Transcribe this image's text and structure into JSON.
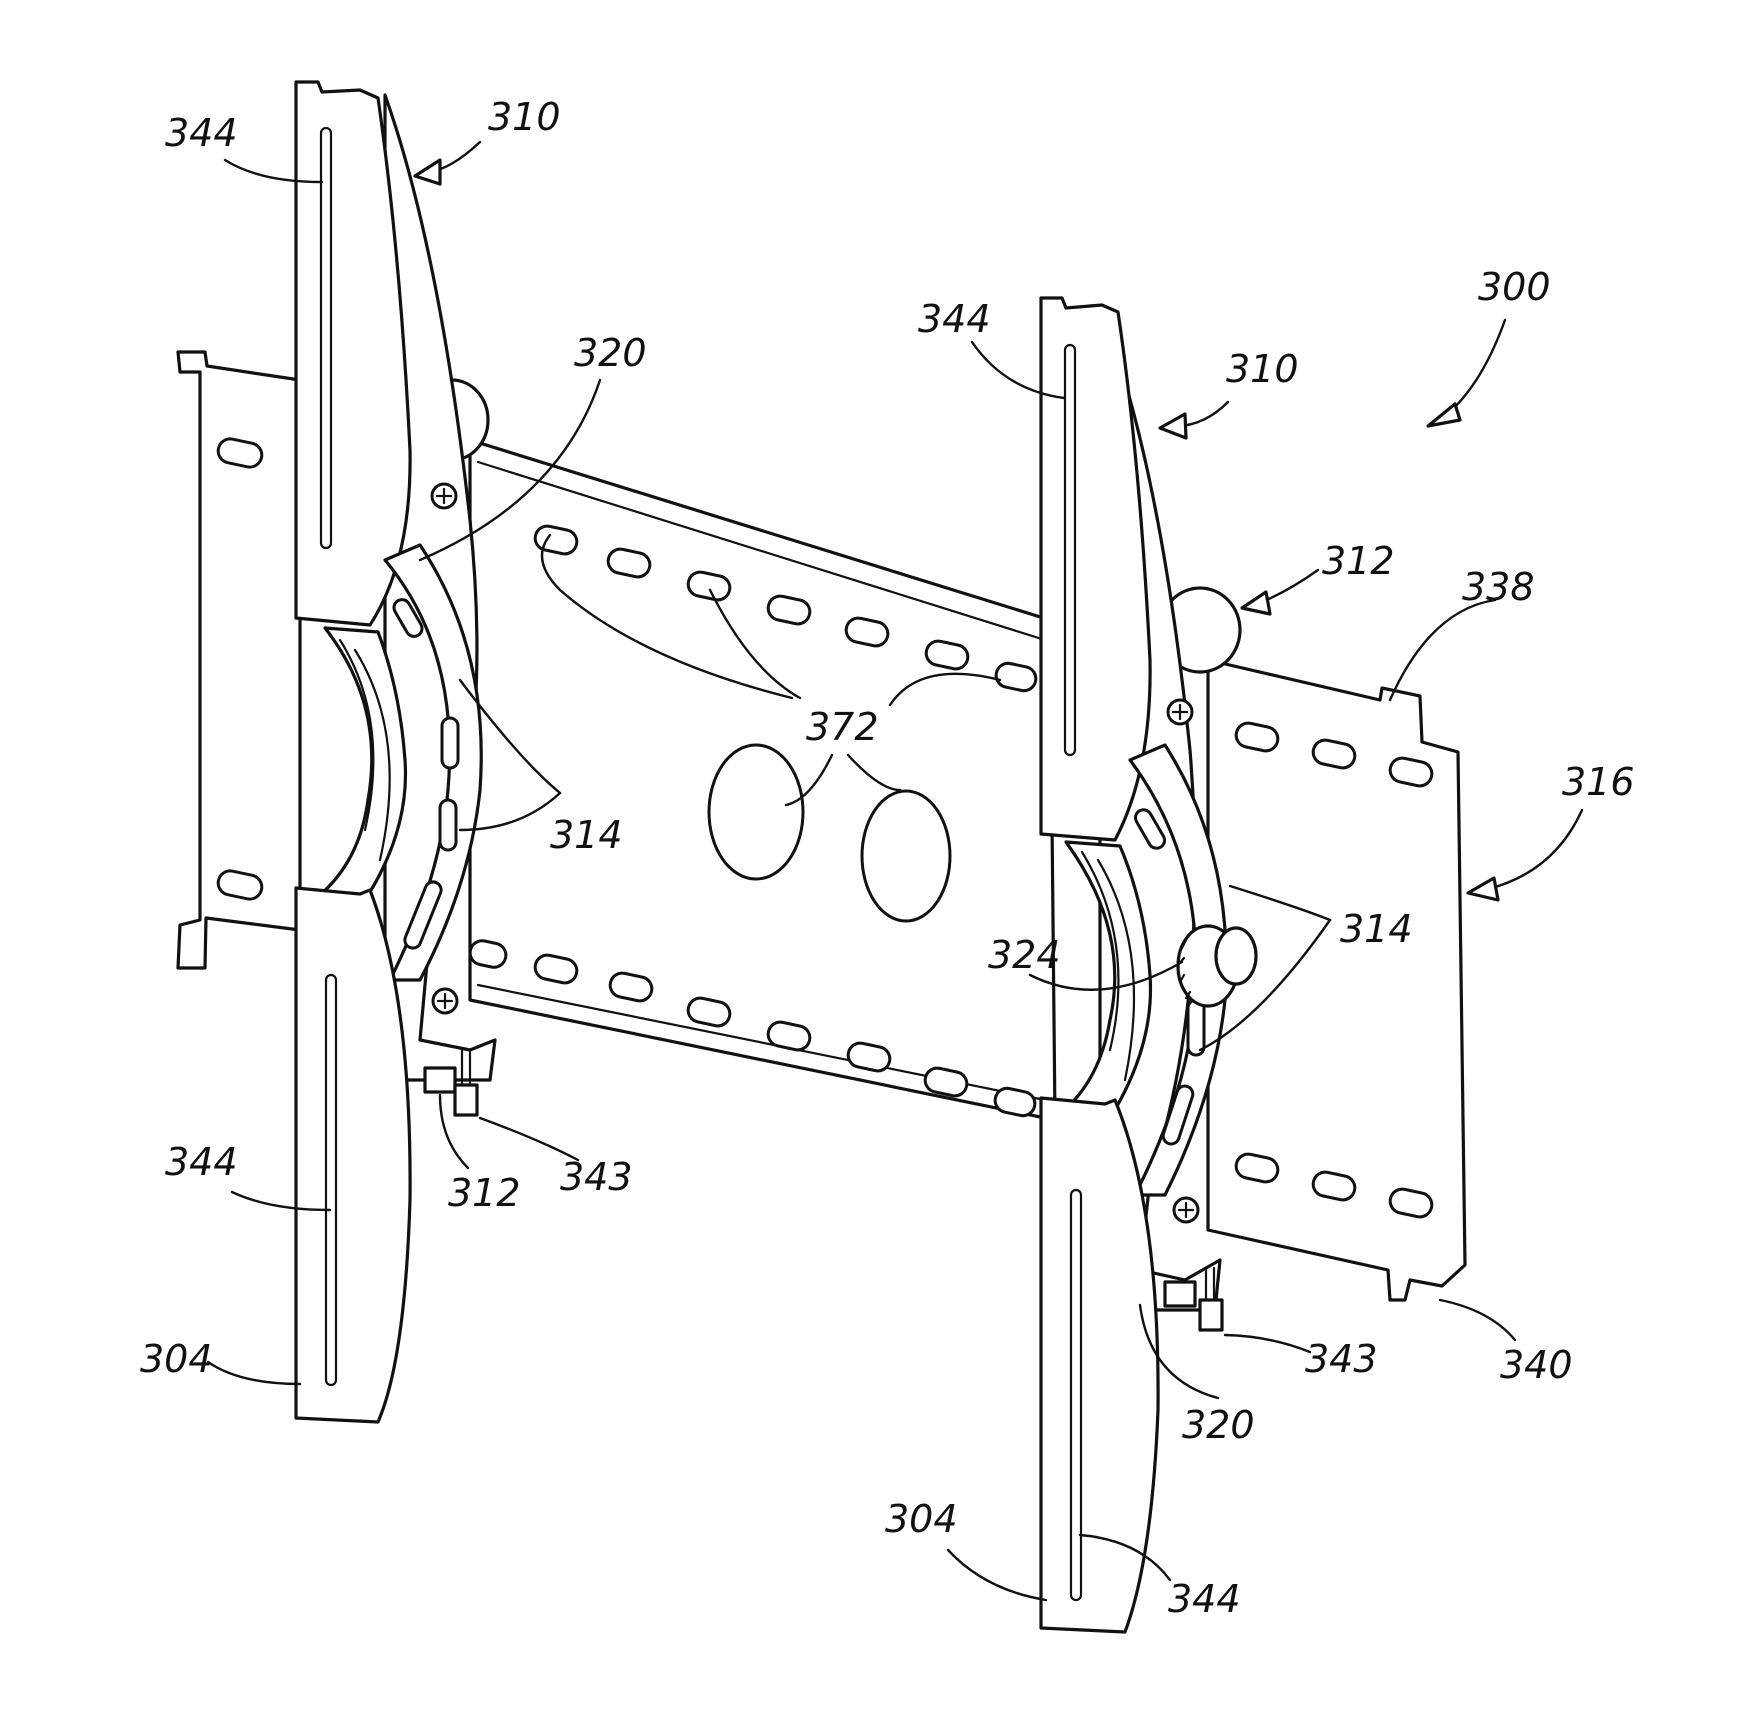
{
  "figure": {
    "labels": {
      "assembly": "300",
      "arm_upper_left": "310",
      "arm_upper_right": "310",
      "slot_ul": "344",
      "slot_ur": "344",
      "slot_ll": "344",
      "slot_lr": "344",
      "pivot_left": "320",
      "pivot_right": "320",
      "bracket_left": "312",
      "bracket_right": "312",
      "holes": "372",
      "track_left": "314",
      "track_right": "314",
      "knob": "324",
      "plate": "316",
      "plate_top_tab": "338",
      "plate_bottom_tab": "340",
      "screw_left": "343",
      "screw_right": "343",
      "arm_lower_left": "304",
      "arm_lower_right": "304"
    }
  }
}
